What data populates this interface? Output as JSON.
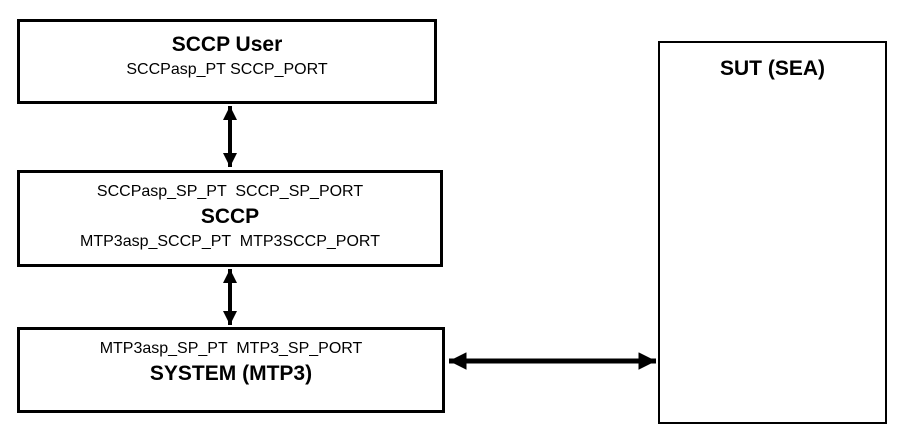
{
  "colors": {
    "line": "#000000",
    "background": "#ffffff",
    "text": "#000000"
  },
  "boxes": {
    "sccp_user": {
      "title": "SCCP User",
      "ports": "SCCPasp_PT SCCP_PORT"
    },
    "sccp": {
      "upper_ports": "SCCPasp_SP_PT  SCCP_SP_PORT",
      "title": "SCCP",
      "lower_ports": "MTP3asp_SCCP_PT  MTP3SCCP_PORT"
    },
    "system_mtp3": {
      "ports": "MTP3asp_SP_PT  MTP3_SP_PORT",
      "title": "SYSTEM (MTP3)"
    },
    "sut": {
      "title": "SUT (SEA)"
    }
  },
  "connections": [
    {
      "from": "sccp_user",
      "to": "sccp",
      "type": "bidirectional"
    },
    {
      "from": "sccp",
      "to": "system_mtp3",
      "type": "bidirectional"
    },
    {
      "from": "system_mtp3",
      "to": "sut",
      "type": "bidirectional"
    }
  ]
}
